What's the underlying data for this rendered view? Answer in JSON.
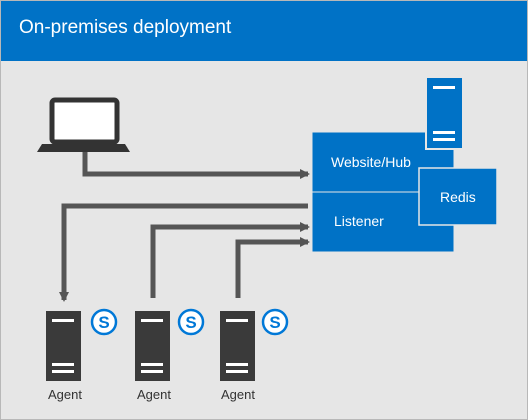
{
  "header": {
    "title": "On-premises deployment"
  },
  "nodes": {
    "website_hub": "Website/Hub",
    "listener": "Listener",
    "redis": "Redis"
  },
  "agents": [
    "Agent",
    "Agent",
    "Agent"
  ],
  "icons": {
    "client": "laptop-icon",
    "redis_server": "server-icon",
    "agent_server": "server-icon",
    "agent_badge": "skype-icon"
  },
  "colors": {
    "header": "#0072c6",
    "node_fill": "#0072c6",
    "canvas": "#e6e6e6",
    "connector": "#555555",
    "agent_server": "#3a3a3a"
  }
}
